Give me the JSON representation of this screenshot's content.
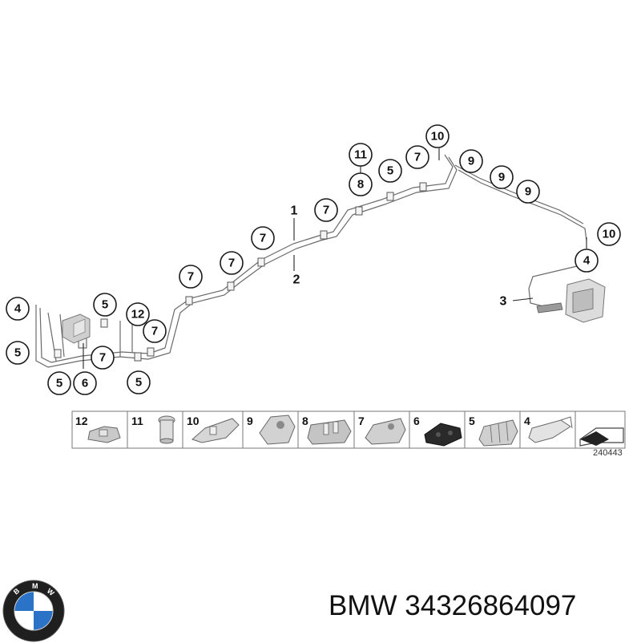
{
  "diagram": {
    "callouts": {
      "c4_left": "4",
      "c5_left_a": "5",
      "c5_left_b": "5",
      "c6": "6",
      "c5_mid_a": "5",
      "c12_mid": "12",
      "c7_a": "7",
      "c7_b": "7",
      "c5_bottom": "5",
      "c7_c": "7",
      "c7_d": "7",
      "c7_e": "7",
      "c7_f": "7",
      "c8": "8",
      "c11_top": "11",
      "c5_top": "5",
      "c7_top": "7",
      "c10_top": "10",
      "c9_a": "9",
      "c9_b": "9",
      "c9_c": "9",
      "c10_right": "10",
      "c4_right": "4"
    },
    "labels": {
      "part1": "1",
      "part2": "2",
      "part3": "3"
    },
    "legend": [
      {
        "num": "12",
        "icon": "clip-12-icon"
      },
      {
        "num": "11",
        "icon": "bushing-icon"
      },
      {
        "num": "10",
        "icon": "clip-10-icon"
      },
      {
        "num": "9",
        "icon": "clip-9-icon"
      },
      {
        "num": "8",
        "icon": "clip-8-icon"
      },
      {
        "num": "7",
        "icon": "clip-7-icon"
      },
      {
        "num": "6",
        "icon": "grommet-icon"
      },
      {
        "num": "5",
        "icon": "clip-5-icon"
      },
      {
        "num": "4",
        "icon": "bracket-icon"
      },
      {
        "num": "",
        "icon": "direction-arrow-icon"
      }
    ],
    "diagram_id": "240443"
  },
  "footer": {
    "brand_text": "BMW 34326864097",
    "logo_letters": "BMW",
    "logo_colors": {
      "blue": "#2b73c7",
      "white": "#ffffff",
      "ring": "#1f1f1f"
    }
  }
}
